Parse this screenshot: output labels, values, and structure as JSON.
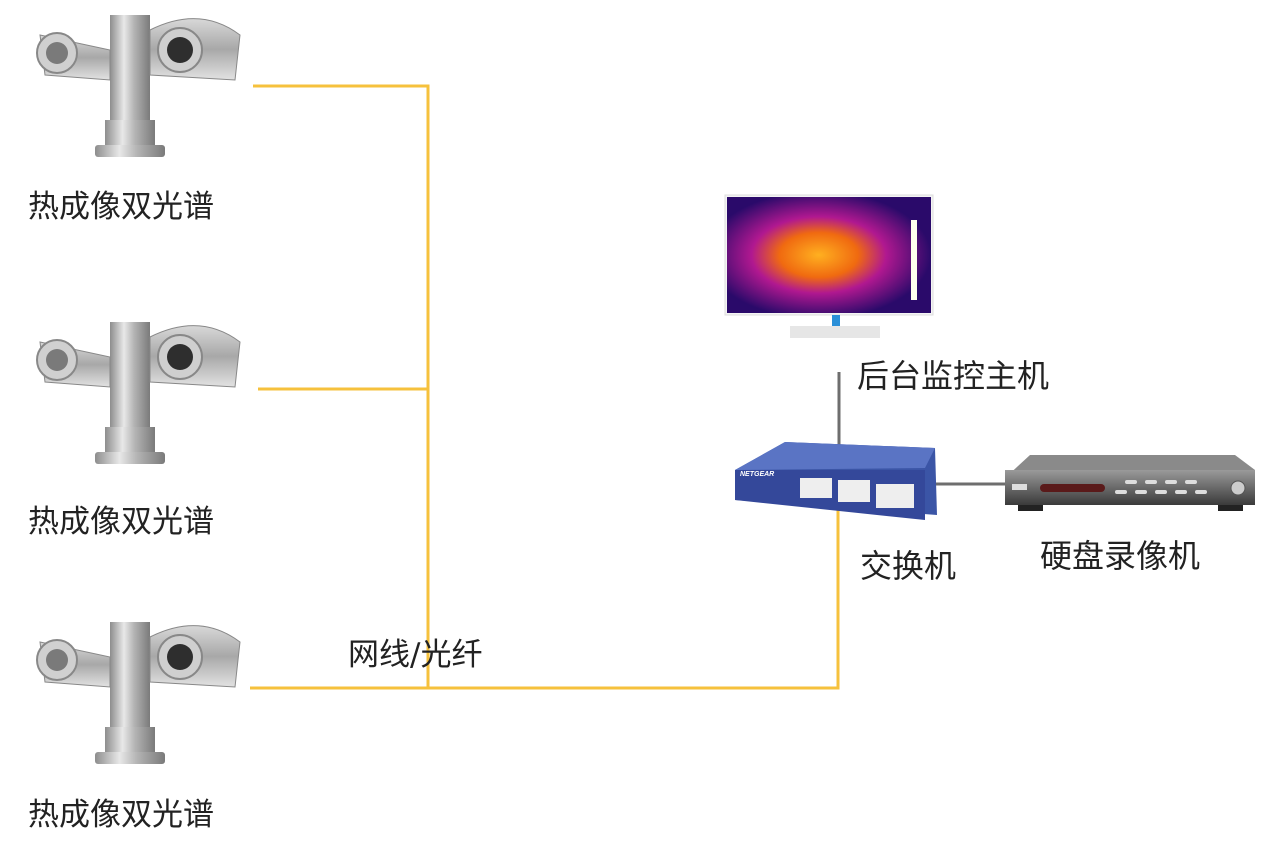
{
  "cameras": [
    {
      "label": "热成像双光谱"
    },
    {
      "label": "热成像双光谱"
    },
    {
      "label": "热成像双光谱"
    }
  ],
  "cable_label": "网线/光纤",
  "monitor": {
    "label": "后台监控主机"
  },
  "switch": {
    "label": "交换机",
    "logo": "NETGEAR"
  },
  "nvr": {
    "label": "硬盘录像机"
  },
  "colors": {
    "cable": "#f6c13c",
    "link": "#6e6e6e",
    "switch_body": "#3b55a6"
  }
}
